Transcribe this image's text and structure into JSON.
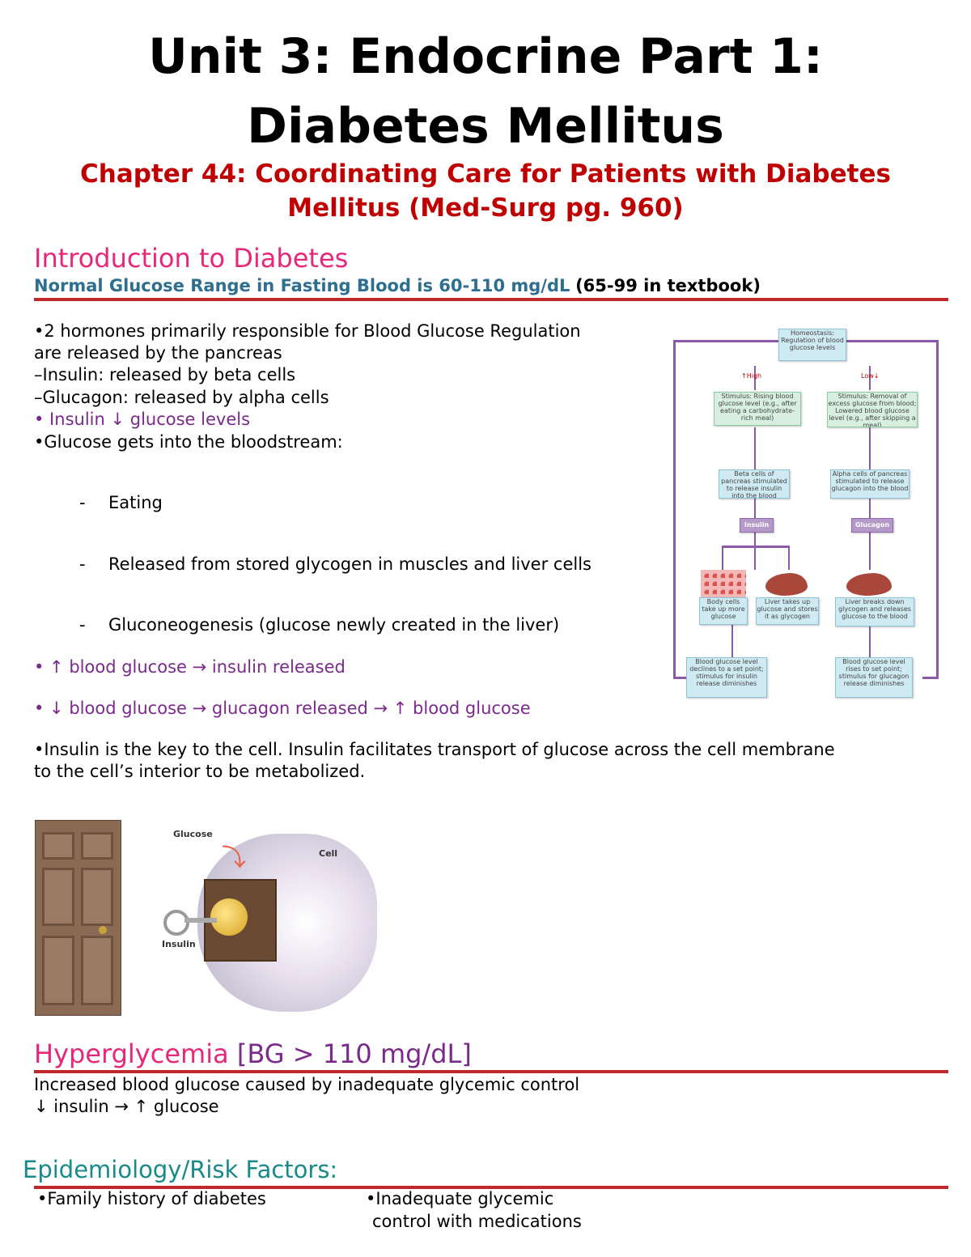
{
  "title": {
    "line1": "Unit 3: Endocrine Part 1:",
    "line2": "Diabetes Mellitus"
  },
  "chapter": {
    "line1": "Chapter 44: Coordinating Care for Patients with Diabetes",
    "line2": "Mellitus (Med-Surg pg. 960)"
  },
  "intro": {
    "heading": "Introduction to Diabetes",
    "normal_range_bold": "Normal Glucose Range in Fasting Blood is 60-110 mg/dL",
    "normal_range_note": "(65-99 in textbook)",
    "bullets": [
      "•2 hormones primarily responsible for Blood Glucose Regulation",
      "are released by the pancreas",
      "–Insulin: released by beta cells",
      "–Glucagon: released by alpha cells",
      "• Insulin ↓ glucose levels",
      "•Glucose gets into the bloodstream:"
    ],
    "sub_items": [
      "Eating",
      "Released from stored glycogen in muscles and liver cells",
      "Gluconeogenesis (glucose newly created in the liver)"
    ],
    "sub_dash": "-",
    "arrow_lines": [
      "• ↑ blood glucose → insulin released",
      "• ↓ blood glucose → glucagon released → ↑ blood glucose"
    ],
    "key_line1": "•Insulin is the key to the cell. Insulin facilitates transport of glucose across the cell membrane",
    "key_line2": "to the cell’s interior to be metabolized."
  },
  "flowchart": {
    "top": "Homeostasis: Regulation of blood glucose levels",
    "high": "High",
    "low": "Low",
    "stim_left": "Stimulus: Rising blood glucose level (e.g., after eating a carbohydrate-rich meal)",
    "stim_right": "Stimulus: Removal of excess glucose from blood; Lowered blood glucose level (e.g., after skipping a meal)",
    "pancreas_left": "Beta cells of pancreas stimulated to release insulin into the blood",
    "pancreas_right": "Alpha cells of pancreas stimulated to release glucagon into the blood",
    "insulin": "Insulin",
    "glucagon": "Glucagon",
    "cells_left": "Body cells take up more glucose",
    "liver_left": "Liver takes up glucose and stores it as glycogen",
    "liver_right": "Liver breaks down glycogen and releases glucose to the blood",
    "result_left": "Blood glucose level declines to a set point; stimulus for insulin release diminishes",
    "result_right": "Blood glucose level rises to set point; stimulus for glucagon release diminishes"
  },
  "illustration": {
    "glucose": "Glucose",
    "cell": "Cell",
    "insulin": "Insulin"
  },
  "hyper": {
    "heading_pink": "Hyperglycemia",
    "heading_purple": "[BG > 110 mg/dL]",
    "line1": "Increased blood glucose caused by inadequate glycemic control",
    "line2": "↓ insulin → ↑ glucose"
  },
  "epi": {
    "heading": "Epidemiology/Risk Factors:",
    "col1": "•Family history of diabetes",
    "col2_line1": "•Inadequate glycemic",
    "col2_line2": "control with medications"
  },
  "colors": {
    "title_red": "#c00000",
    "heading_pink": "#e8277a",
    "teal": "#2e6e8e",
    "purple": "#7b2a8c",
    "epi_teal": "#178a8a",
    "rule_red": "#c0282d"
  }
}
